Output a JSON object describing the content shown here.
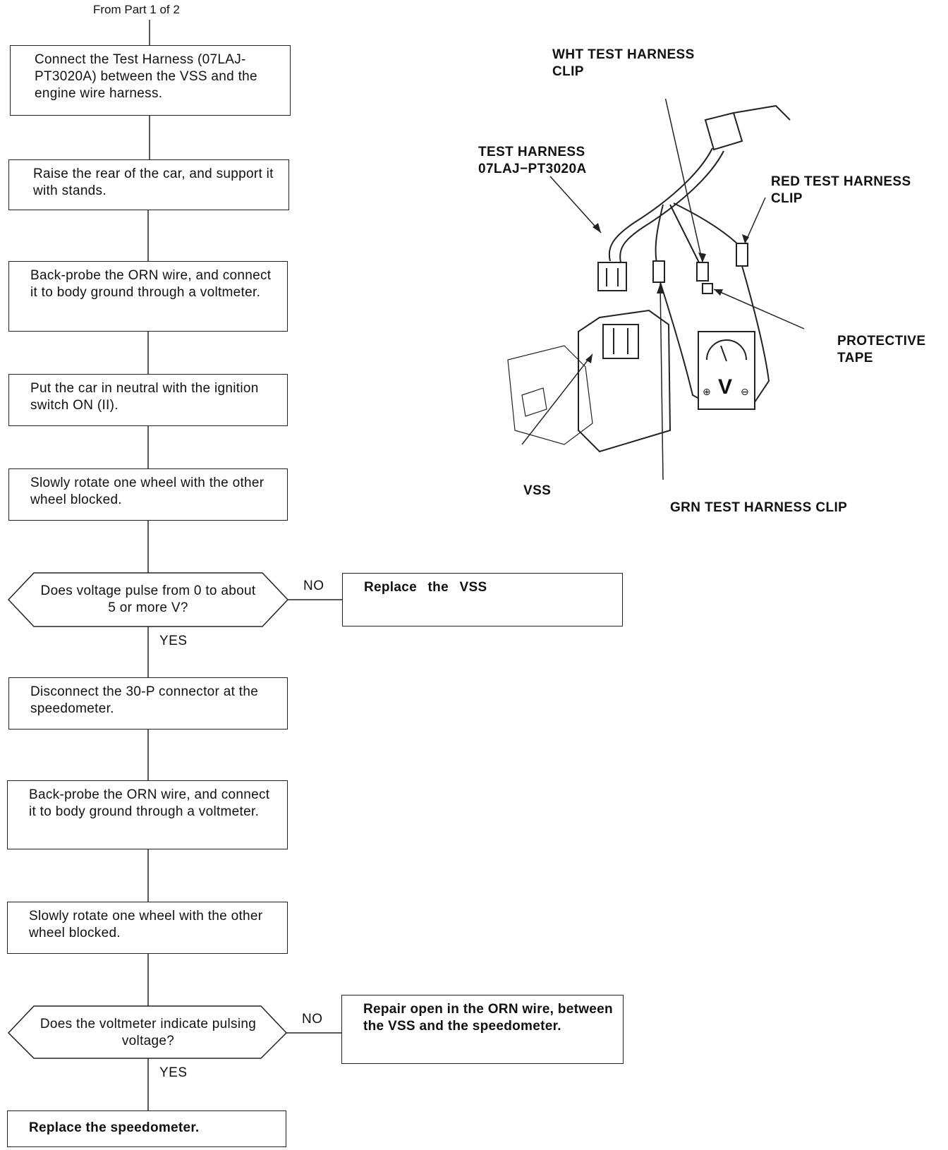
{
  "header": {
    "from_label": "From Part 1 of 2"
  },
  "steps": {
    "s1": "Connect the Test Harness (07LAJ-PT3020A) between the VSS and the engine wire harness.",
    "s2": "Raise the rear of the car, and support it with stands.",
    "s3": "Back-probe the ORN wire, and connect it to body ground through a voltmeter.",
    "s4": "Put the car in neutral with the ignition switch ON (II).",
    "s5": "Slowly rotate one wheel with the other wheel blocked.",
    "d1": "Does voltage pulse from 0 to about 5 or more V?",
    "r1": "Replace the VSS",
    "s6": "Disconnect the 30-P connector at the speedometer.",
    "s7": "Back-probe the ORN wire, and connect it to body ground through a voltmeter.",
    "s8": "Slowly rotate one wheel with the other wheel blocked.",
    "d2": "Does the voltmeter indicate pulsing voltage?",
    "r2": "Repair open in the ORN wire, between the VSS and the speedometer.",
    "s9": "Replace the speedometer."
  },
  "edges": {
    "no": "NO",
    "yes": "YES"
  },
  "illustration": {
    "wht_clip": "WHT TEST HARNESS CLIP",
    "test_harness": "TEST HARNESS 07LAJ−PT3020A",
    "red_clip": "RED TEST HARNESS CLIP",
    "protective_tape": "PROTECTIVE TAPE",
    "vss": "VSS",
    "grn_clip": "GRN TEST HARNESS CLIP",
    "meter_symbol": "V",
    "plus_symbol": "⊕",
    "minus_symbol": "⊖"
  }
}
